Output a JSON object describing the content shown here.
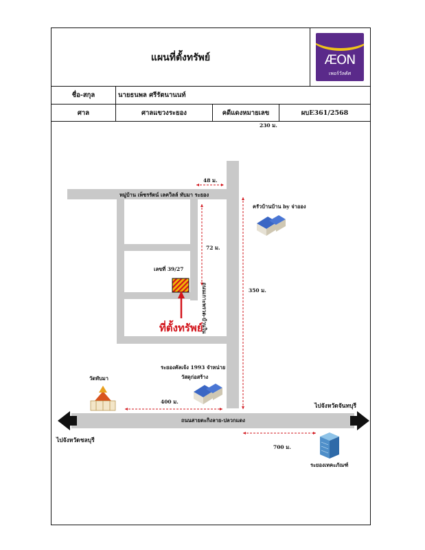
{
  "header": {
    "title": "แผนที่ตั้งทรัพย์",
    "logo": {
      "brand": "ÆON",
      "sub": "เพอร์วัลคัศ",
      "color": "#5a2a8a",
      "accent": "#f0c419"
    }
  },
  "info": {
    "name_label": "ชื่อ-สกุล",
    "name_value": "นายธนพล ศรีรัตนานนท์",
    "court_label": "ศาล",
    "court_value": "ศาลแขวงระยอง",
    "case_label": "คดีแดงหมายเลข",
    "case_value": "ผบE361/2568"
  },
  "map": {
    "dist_top": "230 ม.",
    "dist_48": "48 ม.",
    "village": "หมู่บ้าน เพ็ชรรัตน์ เลควิลล์ ทับมา ระยอง",
    "dist_72": "72 ม.",
    "house_no": "เลขที่ 39/27",
    "property_label": "ที่ตั้งทรัพย์",
    "vertical_road": "ถนนเกาะพรวด-บ้านใน",
    "dist_350": "350 ม.",
    "restaurant": "ครัวบ้านบ้าน by จ่าออง",
    "company_line1": "ระยองคัลเจ้ง 1993 จำหน่าย",
    "company_line2": "วัสดุก่อสร้าง",
    "temple": "วัดทับมา",
    "dist_400": "400 ม.",
    "to_chanthaburi": "ไปจังหวัดจันทบุรี",
    "main_road": "ถนนสายตะกิงลาย-ปลวกแดง",
    "to_chonburi": "ไปจังหวัดชลบุรี",
    "dist_700": "700 ม.",
    "hospital": "ระยองเทคะภัณฑ์",
    "colors": {
      "road": "#c9c9c9",
      "marker": "#d2141b",
      "property_fill": "#f2b705"
    }
  }
}
